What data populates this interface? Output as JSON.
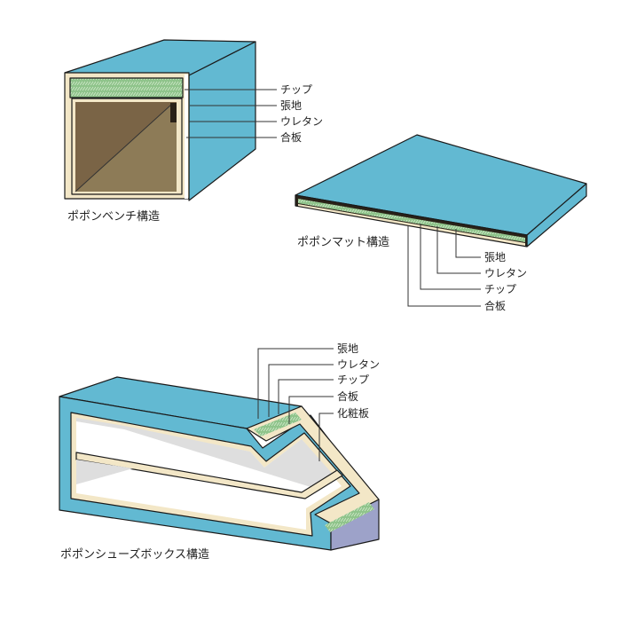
{
  "colors": {
    "teal": "#62b9d2",
    "cream": "#f3e7c7",
    "chip": "#8fc48b",
    "brown_dark": "#7a6446",
    "brown_light": "#8d7b57",
    "gray": "#dedede",
    "lavender": "#9da2c9"
  },
  "bench": {
    "caption": "ポポンベンチ構造",
    "labels": [
      "チップ",
      "張地",
      "ウレタン",
      "合板"
    ]
  },
  "mat": {
    "caption": "ポポンマット構造",
    "labels": [
      "張地",
      "ウレタン",
      "チップ",
      "合板"
    ]
  },
  "shoebox": {
    "caption": "ポポンシューズボックス構造",
    "labels": [
      "張地",
      "ウレタン",
      "チップ",
      "合板",
      "化粧板"
    ]
  }
}
